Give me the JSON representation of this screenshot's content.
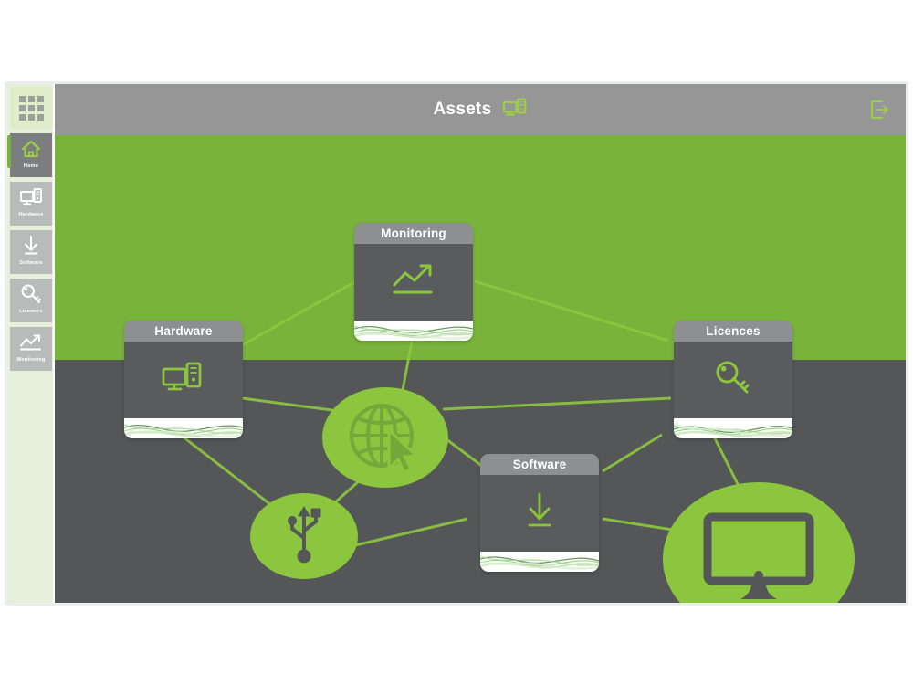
{
  "header": {
    "title": "Assets",
    "title_icon": "hardware-monitor-icon",
    "logout_icon": "logout-door-arrow-icon"
  },
  "sidebar": {
    "launcher_icon": "apps-grid-icon",
    "items": [
      {
        "label": "Home",
        "icon": "home-icon",
        "active": true
      },
      {
        "label": "Hardware",
        "icon": "hardware-icon",
        "active": false
      },
      {
        "label": "Software",
        "icon": "download-icon",
        "active": false
      },
      {
        "label": "Licences",
        "icon": "key-icon",
        "active": false
      },
      {
        "label": "Monitoring",
        "icon": "chart-line-icon",
        "active": false
      }
    ]
  },
  "canvas": {
    "cards": [
      {
        "title": "Monitoring",
        "icon": "chart-line-icon"
      },
      {
        "title": "Hardware",
        "icon": "hardware-icon"
      },
      {
        "title": "Licences",
        "icon": "key-icon"
      },
      {
        "title": "Software",
        "icon": "download-icon"
      }
    ],
    "circles": [
      {
        "icon": "globe-cursor-icon"
      },
      {
        "icon": "usb-icon"
      },
      {
        "icon": "monitor-icon"
      }
    ]
  },
  "colors": {
    "brand_green": "#7ab33c",
    "circle_green": "#8cc63e",
    "dark_gray": "#555658",
    "header_gray": "#969696",
    "card_head_gray": "#8d8f91",
    "card_body_gray": "#5a5b5d",
    "sidebar_green": "#e7f0da"
  }
}
